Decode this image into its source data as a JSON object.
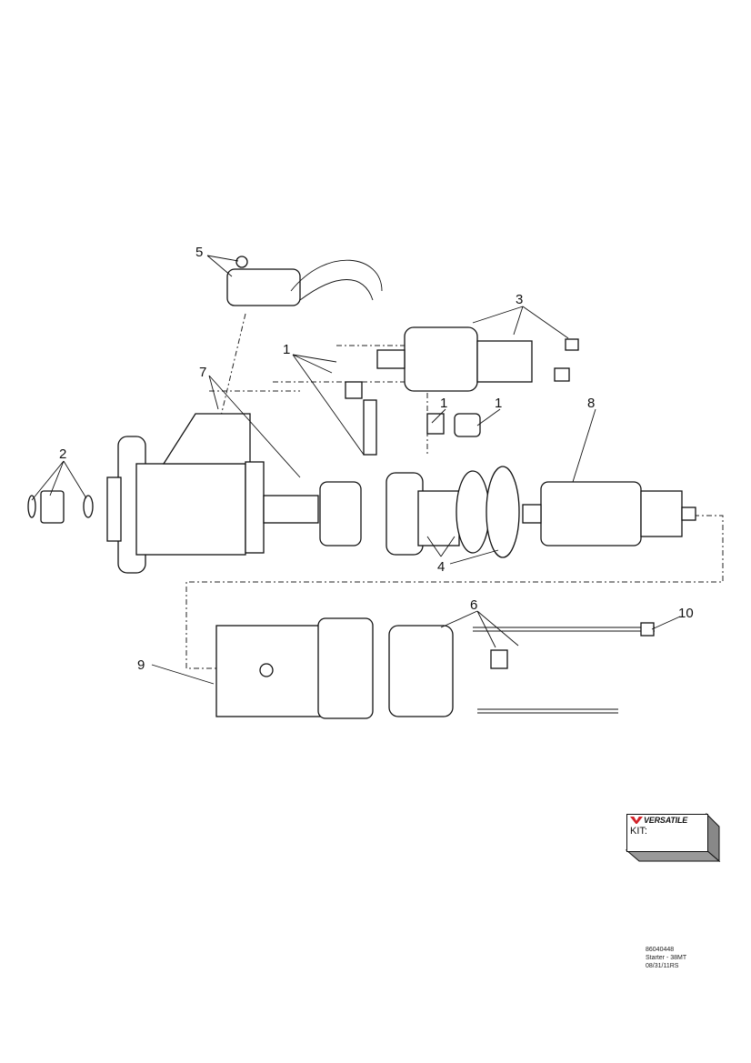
{
  "callouts": [
    "5",
    "3",
    "1",
    "7",
    "1",
    "1",
    "8",
    "2",
    "4",
    "6",
    "10",
    "9"
  ],
  "kit_box": {
    "brand": "VERSATILE",
    "label": "KIT:",
    "brand_color": "#d2232a"
  },
  "footer": {
    "part_number": "86040448",
    "description": "Starter - 38MT",
    "date_code": "08/31/11RS"
  }
}
